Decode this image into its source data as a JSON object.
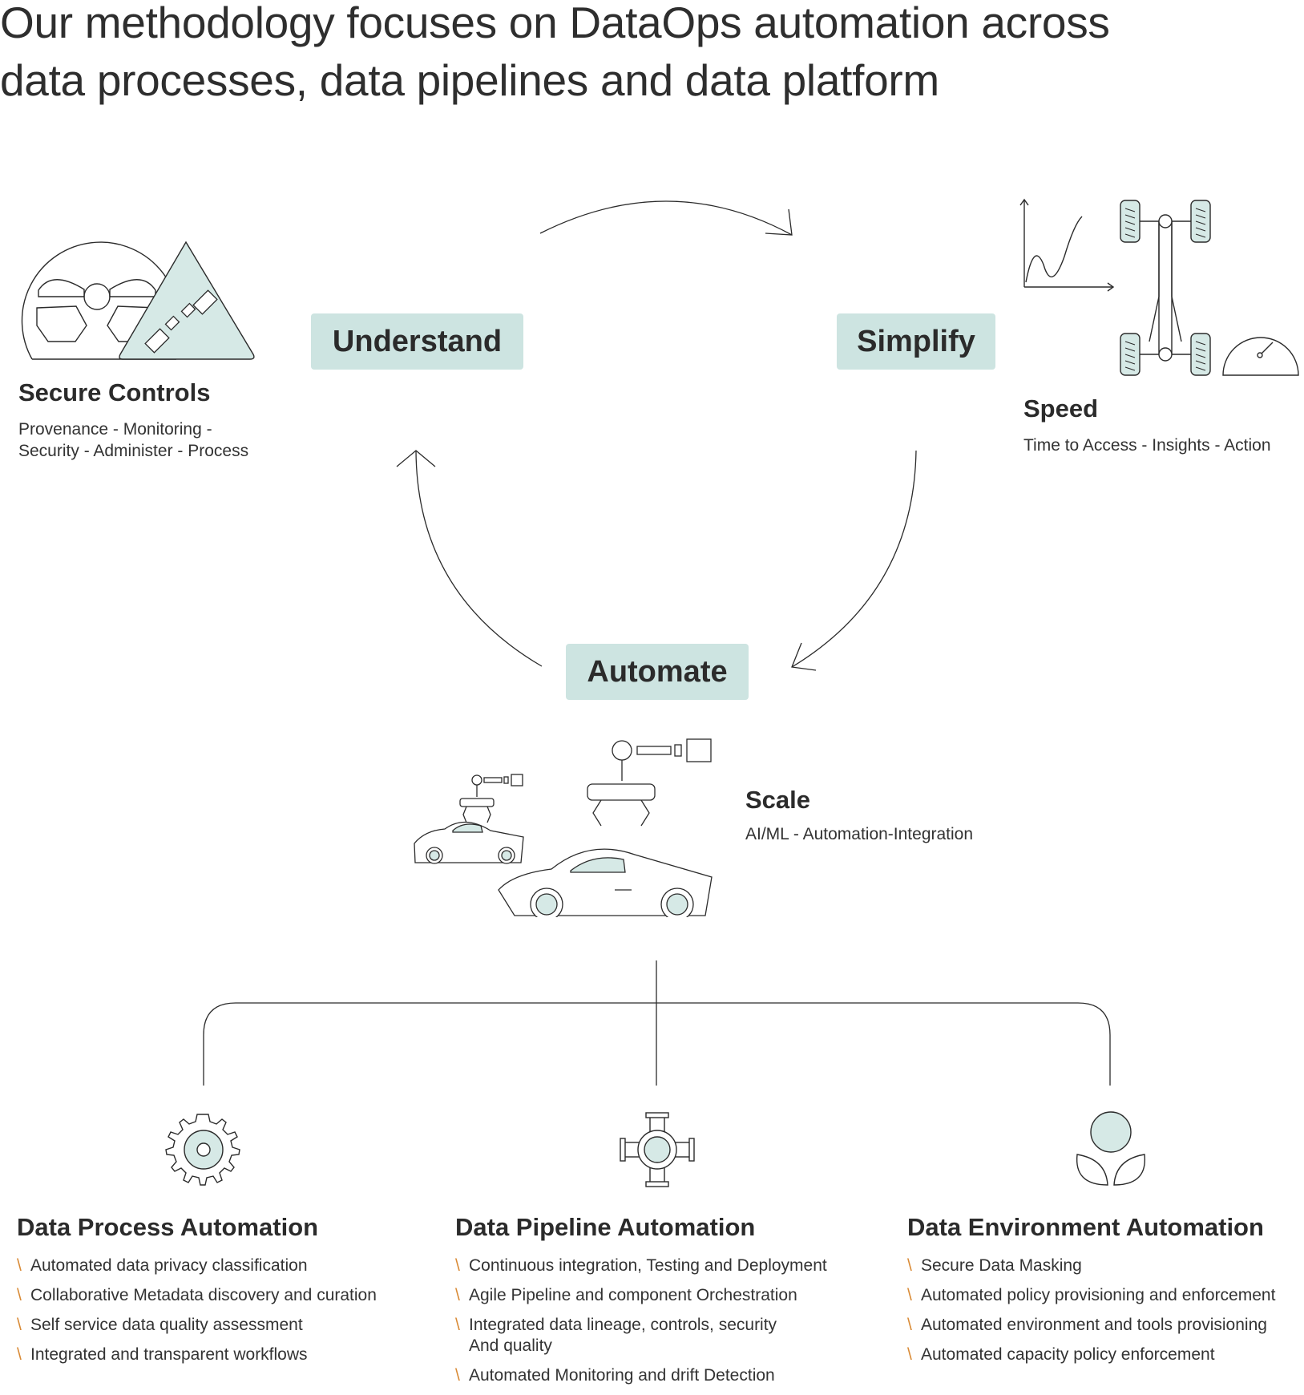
{
  "headline": {
    "line1": "Our methodology focuses on DataOps automation across",
    "line2": "data processes, data pipelines and data platform"
  },
  "cycle": {
    "phases": {
      "understand": "Understand",
      "simplify": "Simplify",
      "automate": "Automate"
    }
  },
  "features": {
    "secure": {
      "title": "Secure Controls",
      "line1": "Provenance - Monitoring -",
      "line2": "Security - Administer - Process",
      "icons": [
        "steering-wheel-icon",
        "seatbelt-warning-icon"
      ]
    },
    "speed": {
      "title": "Speed",
      "line1": "Time to Access - Insights - Action",
      "icons": [
        "acceleration-graph-icon",
        "car-chassis-icon",
        "speedometer-icon"
      ]
    },
    "scale": {
      "title": "Scale",
      "line1": "AI/ML - Automation-Integration",
      "icons": [
        "robot-arm-icon",
        "car-icon"
      ]
    }
  },
  "columns": [
    {
      "title": "Data Process Automation",
      "icon": "gear-icon",
      "bullet": "\\",
      "items": [
        [
          "Automated data privacy classification"
        ],
        [
          "Collaborative Metadata discovery and curation"
        ],
        [
          "Self service data quality assessment"
        ],
        [
          "Integrated and transparent workflows"
        ]
      ]
    },
    {
      "title": "Data Pipeline Automation",
      "icon": "pipeline-joint-icon",
      "bullet": "\\",
      "items": [
        [
          "Continuous integration, Testing and Deployment"
        ],
        [
          "Agile Pipeline and component Orchestration"
        ],
        [
          "Integrated data lineage, controls, security",
          "And quality"
        ],
        [
          "Automated Monitoring and drift Detection"
        ]
      ]
    },
    {
      "title": "Data Environment Automation",
      "icon": "sprout-icon",
      "bullet": "\\",
      "items": [
        [
          "Secure Data Masking"
        ],
        [
          "Automated policy provisioning  and enforcement"
        ],
        [
          "Automated environment and tools provisioning"
        ],
        [
          "Automated capacity policy enforcement"
        ]
      ]
    }
  ],
  "colors": {
    "accent_fill": "#cde4e1",
    "icon_tint": "#d6e9e6",
    "bullet": "#d98a35",
    "line": "#2b2b2b"
  }
}
